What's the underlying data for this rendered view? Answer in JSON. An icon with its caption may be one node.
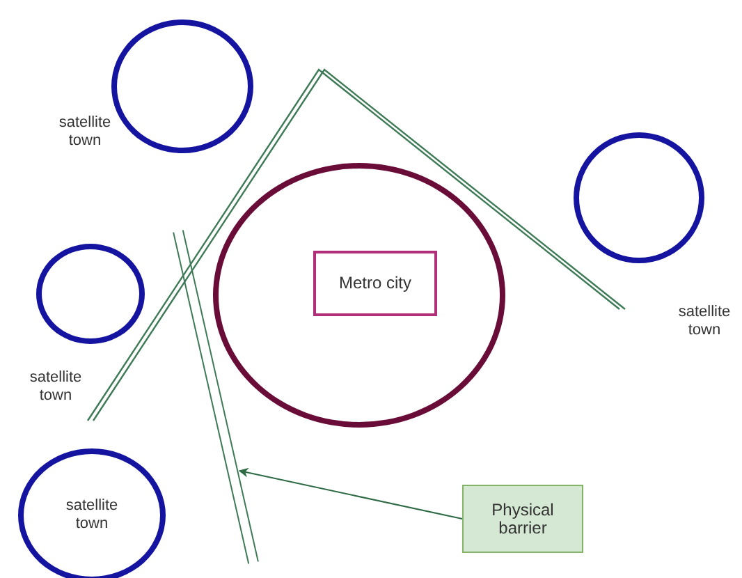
{
  "diagram": {
    "nodes": [
      {
        "text": [],
        "shape": "circle",
        "beside": [
          "satellite town"
        ]
      },
      {
        "text": [],
        "shape": "circle",
        "beside": [
          "satellite town"
        ]
      },
      {
        "text": [],
        "shape": "circle",
        "beside": [
          "satellite town"
        ]
      },
      {
        "text": [
          "satellite town"
        ]
      },
      {
        "text": [],
        "shape": "circle"
      },
      {
        "text": [
          "Metro city"
        ],
        "in": 4
      },
      {
        "text": [],
        "shape": "bar"
      },
      {
        "text": [
          "Physical barrier"
        ]
      }
    ],
    "edges": [
      {
        "from": 7,
        "to": 6,
        "arrow": "to",
        "color": "#2e6b45"
      }
    ]
  }
}
